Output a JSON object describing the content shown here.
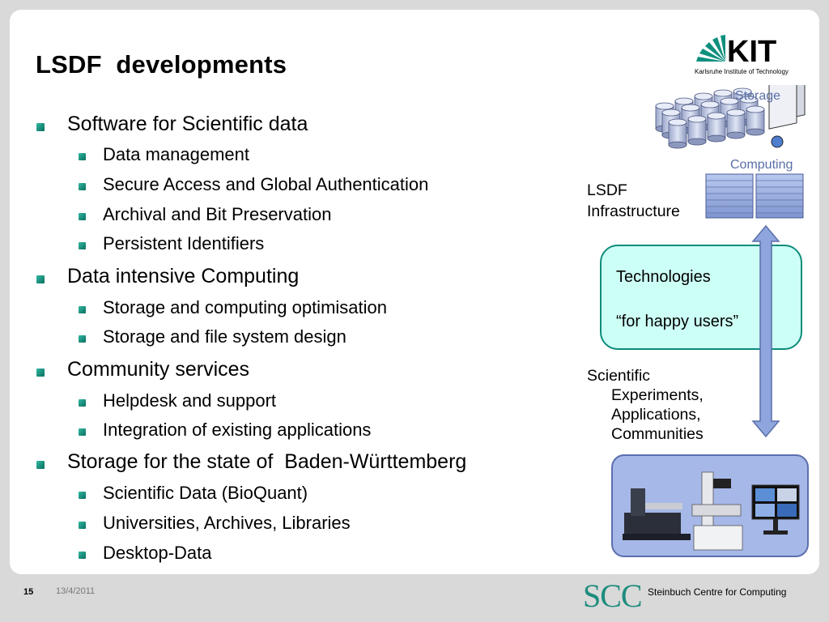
{
  "slide": {
    "title": "LSDF  developments",
    "logo": {
      "mark": "KIT",
      "subtitle": "Karlsruhe Institute of Technology"
    },
    "bullets": [
      {
        "text": "Software for Scientific data",
        "children": [
          "Data management",
          "Secure Access and Global Authentication",
          "Archival and Bit Preservation",
          "Persistent Identifiers"
        ]
      },
      {
        "text": "Data intensive Computing",
        "children": [
          "Storage and computing optimisation",
          "Storage and file system design"
        ]
      },
      {
        "text": "Community services",
        "children": [
          "Helpdesk and support",
          "Integration of existing applications"
        ]
      },
      {
        "text": "Storage for the state of  Baden-Württemberg",
        "children": [
          "Scientific Data (BioQuant)",
          "Universities, Archives, Libraries",
          "Desktop-Data"
        ]
      }
    ],
    "diagram": {
      "storage_label": "Storage",
      "computing_label": "Computing",
      "infra_label_1": "LSDF",
      "infra_label_2": "Infrastructure",
      "tech_line_1": "Technologies",
      "tech_line_2": "“for happy users”",
      "sci_line_1": "Scientific",
      "sci_line_2": "Experiments,",
      "sci_line_3": "Applications,",
      "sci_line_4": "Communities"
    },
    "footer": {
      "page_number": "15",
      "date": "13/4/2011",
      "org_logo": "SCC",
      "org_name": "Steinbuch Centre for Computing"
    }
  },
  "colors": {
    "accent": "#0f8f7e",
    "tech_box": "#ccfff6",
    "photo_box": "#a6b8e8",
    "arrow": "#8ea5dd"
  }
}
